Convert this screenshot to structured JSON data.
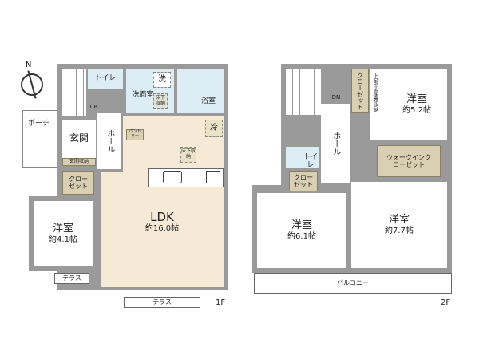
{
  "compass": {
    "north": "N"
  },
  "floor1": {
    "label": "1F",
    "porch": "ポーチ",
    "entrance": "玄関",
    "entrance_storage": "玄関収納",
    "hall": "ホール",
    "stairs_up": "UP",
    "toilet": "トイレ",
    "washroom": "洗面室",
    "washer": "洗",
    "underfloor_storage": "床下収納",
    "bath": "浴室",
    "pantry": "パントリー",
    "fridge": "冷",
    "ldk": {
      "name": "LDK",
      "size": "約16.0帖"
    },
    "closet": "クローゼット",
    "bedroom": {
      "name": "洋室",
      "size": "約4.1帖"
    },
    "terrace_small": "テラス",
    "terrace": "テラス"
  },
  "floor2": {
    "label": "2F",
    "stairs_down": "DN",
    "hall": "ホール",
    "toilet": "トイレ",
    "closet_a": "クローゼット",
    "closet_b": "クローゼット",
    "attic": "上部小屋裏収納",
    "walk_in_closet": "ウォークインクローゼット",
    "bedroom_a": {
      "name": "洋室",
      "size": "約5.2帖"
    },
    "bedroom_b": {
      "name": "洋室",
      "size": "約6.1帖"
    },
    "bedroom_c": {
      "name": "洋室",
      "size": "約7.7帖"
    },
    "balcony": "バルコニー"
  }
}
